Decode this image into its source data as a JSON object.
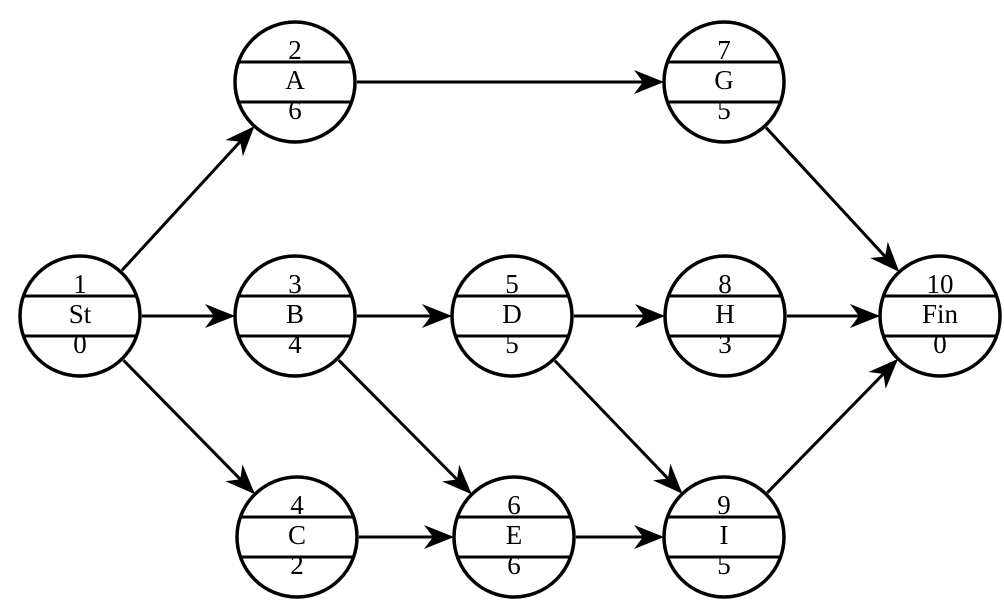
{
  "nodes": [
    {
      "id": "1",
      "top": "1",
      "name": "St",
      "bottom": "0"
    },
    {
      "id": "2",
      "top": "2",
      "name": "A",
      "bottom": "6"
    },
    {
      "id": "3",
      "top": "3",
      "name": "B",
      "bottom": "4"
    },
    {
      "id": "4",
      "top": "4",
      "name": "C",
      "bottom": "2"
    },
    {
      "id": "5",
      "top": "5",
      "name": "D",
      "bottom": "5"
    },
    {
      "id": "6",
      "top": "6",
      "name": "E",
      "bottom": "6"
    },
    {
      "id": "7",
      "top": "7",
      "name": "G",
      "bottom": "5"
    },
    {
      "id": "8",
      "top": "8",
      "name": "H",
      "bottom": "3"
    },
    {
      "id": "9",
      "top": "9",
      "name": "I",
      "bottom": "5"
    },
    {
      "id": "10",
      "top": "10",
      "name": "Fin",
      "bottom": "0"
    }
  ],
  "edges": [
    {
      "from": "1",
      "to": "2"
    },
    {
      "from": "1",
      "to": "3"
    },
    {
      "from": "1",
      "to": "4"
    },
    {
      "from": "2",
      "to": "7"
    },
    {
      "from": "3",
      "to": "5"
    },
    {
      "from": "3",
      "to": "6"
    },
    {
      "from": "4",
      "to": "6"
    },
    {
      "from": "5",
      "to": "8"
    },
    {
      "from": "5",
      "to": "9"
    },
    {
      "from": "6",
      "to": "9"
    },
    {
      "from": "7",
      "to": "10"
    },
    {
      "from": "8",
      "to": "10"
    },
    {
      "from": "9",
      "to": "10"
    }
  ]
}
